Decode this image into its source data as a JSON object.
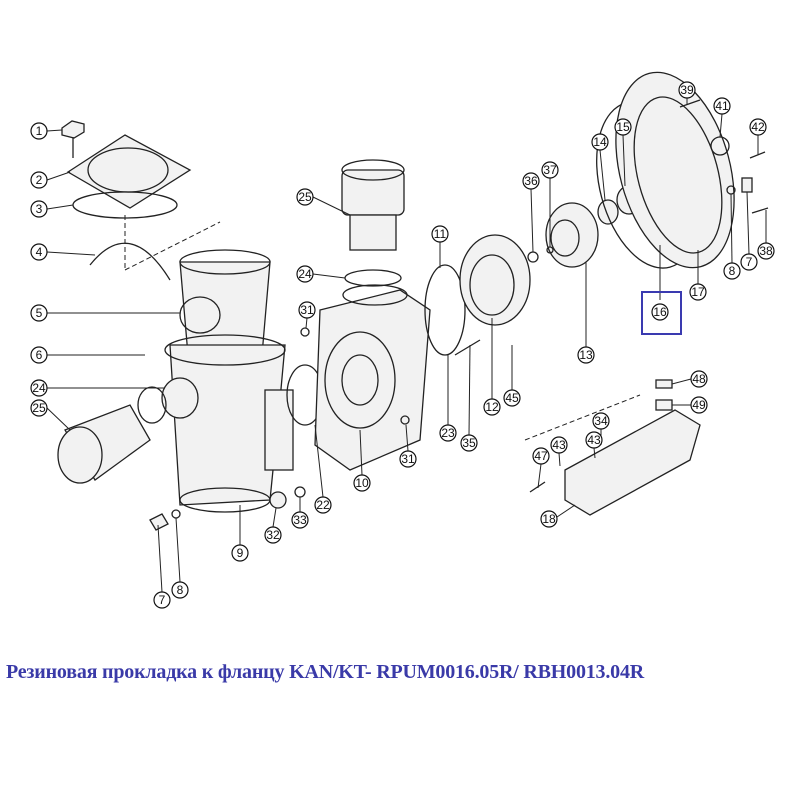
{
  "diagram": {
    "callouts": [
      {
        "id": "c1",
        "label": "1"
      },
      {
        "id": "c2",
        "label": "2"
      },
      {
        "id": "c3",
        "label": "3"
      },
      {
        "id": "c4",
        "label": "4"
      },
      {
        "id": "c5",
        "label": "5"
      },
      {
        "id": "c6",
        "label": "6"
      },
      {
        "id": "c24a",
        "label": "24"
      },
      {
        "id": "c25a",
        "label": "25"
      },
      {
        "id": "c7a",
        "label": "7"
      },
      {
        "id": "c8a",
        "label": "8"
      },
      {
        "id": "c9",
        "label": "9"
      },
      {
        "id": "c32",
        "label": "32"
      },
      {
        "id": "c33",
        "label": "33"
      },
      {
        "id": "c22",
        "label": "22"
      },
      {
        "id": "c10",
        "label": "10"
      },
      {
        "id": "c31a",
        "label": "31"
      },
      {
        "id": "c25b",
        "label": "25"
      },
      {
        "id": "c24b",
        "label": "24"
      },
      {
        "id": "c31b",
        "label": "31"
      },
      {
        "id": "c11",
        "label": "11"
      },
      {
        "id": "c23",
        "label": "23"
      },
      {
        "id": "c35",
        "label": "35"
      },
      {
        "id": "c12",
        "label": "12"
      },
      {
        "id": "c45",
        "label": "45"
      },
      {
        "id": "c13",
        "label": "13"
      },
      {
        "id": "c36",
        "label": "36"
      },
      {
        "id": "c37",
        "label": "37"
      },
      {
        "id": "c14",
        "label": "14"
      },
      {
        "id": "c15",
        "label": "15"
      },
      {
        "id": "c16",
        "label": "16"
      },
      {
        "id": "c17",
        "label": "17"
      },
      {
        "id": "c39",
        "label": "39"
      },
      {
        "id": "c41",
        "label": "41"
      },
      {
        "id": "c42",
        "label": "42"
      },
      {
        "id": "c7b",
        "label": "7"
      },
      {
        "id": "c8b",
        "label": "8"
      },
      {
        "id": "c38",
        "label": "38"
      },
      {
        "id": "c48",
        "label": "48"
      },
      {
        "id": "c49",
        "label": "49"
      },
      {
        "id": "c34",
        "label": "34"
      },
      {
        "id": "c43a",
        "label": "43"
      },
      {
        "id": "c43b",
        "label": "43"
      },
      {
        "id": "c47",
        "label": "47"
      },
      {
        "id": "c18",
        "label": "18"
      }
    ],
    "highlight_color": "#3a3ab0"
  },
  "caption": "Резиновая прокладка к фланцу KAN/KT- RPUM0016.05R/ RBH0013.04R"
}
